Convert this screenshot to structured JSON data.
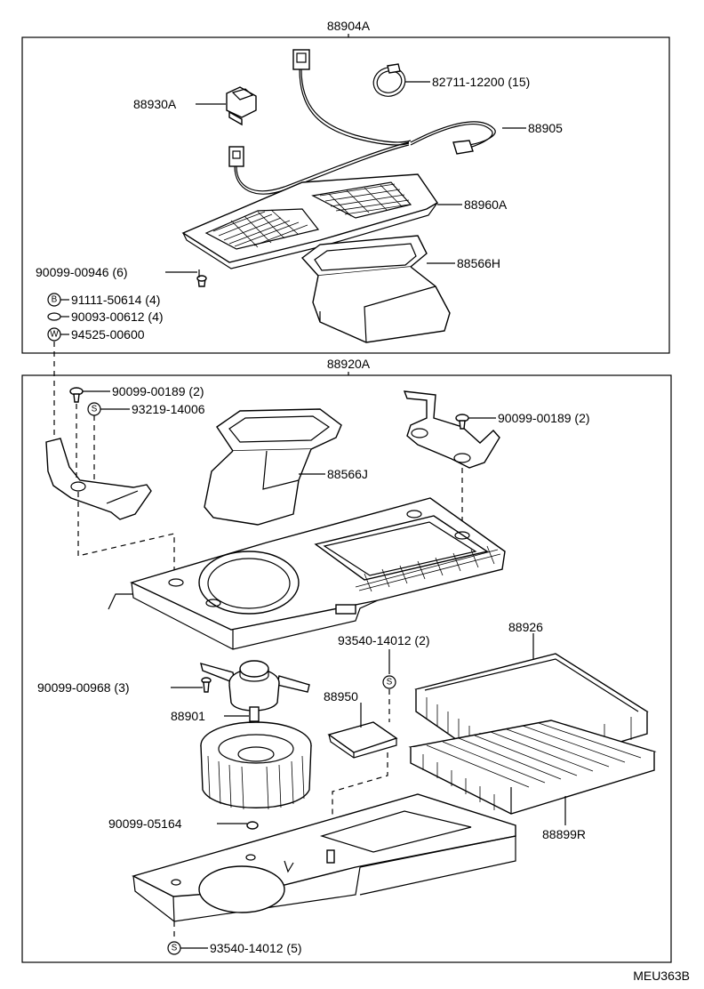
{
  "diagram": {
    "assembly_top": "88904A",
    "assembly_bottom": "88920A",
    "figure_code": "MEU363B",
    "labels": {
      "p88930A": "88930A",
      "p82711": "82711-12200 (15)",
      "p88905": "88905",
      "p88960A": "88960A",
      "p88566H": "88566H",
      "p90099_00946": "90099-00946 (6)",
      "p91111": "91111-50614 (4)",
      "p90093": "90093-00612 (4)",
      "p94525": "94525-00600",
      "p90099_00189_a": "90099-00189 (2)",
      "p93219": "93219-14006",
      "p90099_00189_b": "90099-00189 (2)",
      "p88566J": "88566J",
      "p93540_2": "93540-14012 (2)",
      "p88926": "88926",
      "p90099_00968": "90099-00968 (3)",
      "p88901": "88901",
      "p88950": "88950",
      "p90099_05164": "90099-05164",
      "p88899R": "88899R",
      "p93540_5": "93540-14012 (5)"
    },
    "symbols": {
      "b": "B",
      "w": "W",
      "s": "S"
    }
  }
}
